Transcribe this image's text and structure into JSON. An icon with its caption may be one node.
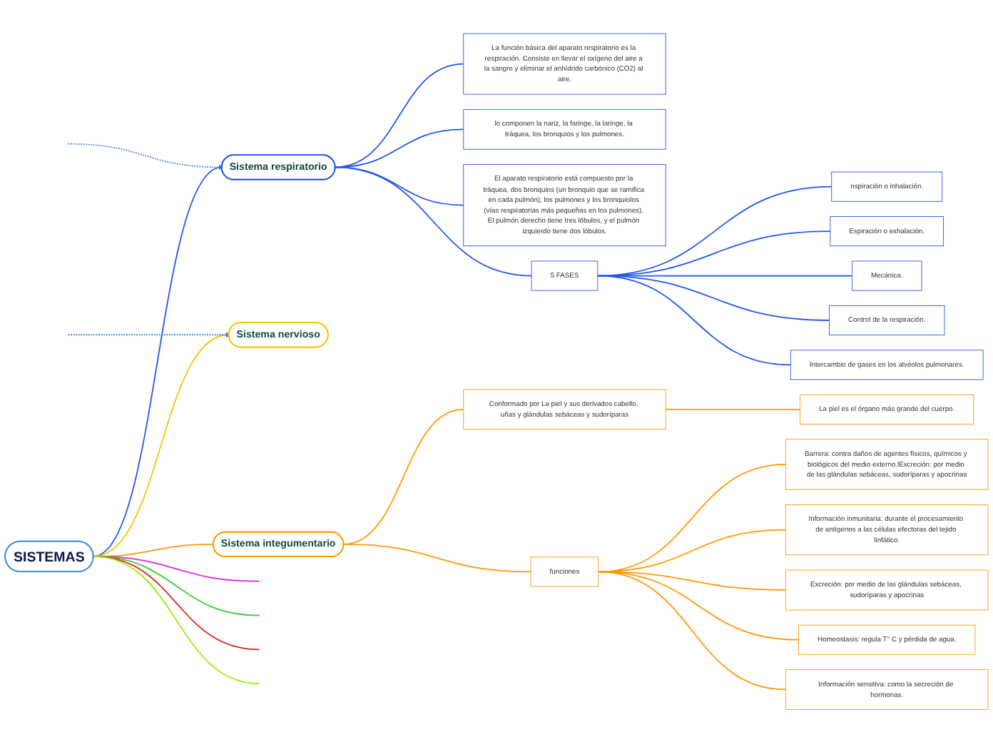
{
  "diagram": {
    "nodes": [
      {
        "text": [
          "SISTEMAS"
        ]
      },
      {
        "text": [
          "Sistema respiratorio"
        ]
      },
      {
        "text": [
          "La función básica del aparato respiratorio es la respiración. Consiste en llevar el oxígeno del aire a la sangre y eliminar el anhídrido carbónico (CO2) al aire."
        ]
      },
      {
        "text": [
          "lo componen la nariz, la faringe, la laringe, la tráquea, los bronquios y los pulmones."
        ]
      },
      {
        "text": [
          "El aparato respiratorio está compuesto por la tráquea, dos bronquios (un bronquio que se ramifica en cada pulmón), los pulmones y los bronquiolos (vías respiratorias más pequeñas en los pulmones). El pulmón derecho tiene tres lóbulos, y el pulmón izquierdo tiene dos lóbulos."
        ]
      },
      {
        "text": [
          "5 FASES"
        ]
      },
      {
        "text": [
          "nspiración o inhalación."
        ]
      },
      {
        "text": [
          "Espiración o exhalación."
        ]
      },
      {
        "text": [
          "Mecánica."
        ]
      },
      {
        "text": [
          "Control de la respiración."
        ]
      },
      {
        "text": [
          "Intercambio de gases en los alvéolos pulmonares."
        ]
      },
      {
        "text": [
          "Sistema integumentario"
        ]
      },
      {
        "text": [
          "Conformado por La piel y sus derivados cabello, uñas y glándulas sebáceas y sudoríparas"
        ]
      },
      {
        "text": [
          "La piel es el órgano más grande del cuerpo."
        ]
      },
      {
        "text": [
          "funciones"
        ]
      },
      {
        "text": [
          "Barrera: contra daños de agentes físicos, químicos y biológicos del medio externo.lExcreción: por medio de las glándulas sebáceas, sudoríparas y apocrinas"
        ]
      },
      {
        "text": [
          "Información inmunitaria: durante el procesamiento de antígenos a las células efectoras del tejido linfático."
        ]
      },
      {
        "text": [
          "Excreción: por medio de las glándulas sebáceas, sudoríparas y apocrinas"
        ]
      },
      {
        "text": [
          "Homeostasis: regula T° C y pérdida de agua."
        ]
      },
      {
        "text": [
          "Información sensitiva: como la secreción de hormonas."
        ]
      },
      {
        "text": [
          "Sistema nervioso"
        ]
      }
    ],
    "edges": [
      {
        "from": 0,
        "to": 1,
        "arrow": "none",
        "color": "#2255ee"
      },
      {
        "from": 1,
        "to": 2,
        "arrow": "none",
        "color": "#2255ee"
      },
      {
        "from": 1,
        "to": 3,
        "arrow": "none",
        "color": "#2255ee"
      },
      {
        "from": 1,
        "to": 4,
        "arrow": "none",
        "color": "#2255ee"
      },
      {
        "from": 1,
        "to": 5,
        "arrow": "none",
        "color": "#2255ee"
      },
      {
        "from": 5,
        "to": 6,
        "arrow": "none",
        "color": "#2255ee"
      },
      {
        "from": 5,
        "to": 7,
        "arrow": "none",
        "color": "#2255ee"
      },
      {
        "from": 5,
        "to": 8,
        "arrow": "none",
        "color": "#2255ee"
      },
      {
        "from": 5,
        "to": 9,
        "arrow": "none",
        "color": "#2255ee"
      },
      {
        "from": 5,
        "to": 10,
        "arrow": "none",
        "color": "#2255ee"
      },
      {
        "from": 0,
        "to": 11,
        "arrow": "none",
        "color": "#ff9900"
      },
      {
        "from": 11,
        "to": 12,
        "arrow": "none",
        "color": "#ff9900"
      },
      {
        "from": 12,
        "to": 13,
        "arrow": "none",
        "color": "#ff9900"
      },
      {
        "from": 11,
        "to": 14,
        "arrow": "none",
        "color": "#ff9900"
      },
      {
        "from": 14,
        "to": 15,
        "arrow": "none",
        "color": "#ff9900"
      },
      {
        "from": 14,
        "to": 16,
        "arrow": "none",
        "color": "#ff9900"
      },
      {
        "from": 14,
        "to": 17,
        "arrow": "none",
        "color": "#ff9900"
      },
      {
        "from": 14,
        "to": 18,
        "arrow": "none",
        "color": "#ff9900"
      },
      {
        "from": 14,
        "to": 19,
        "arrow": "none",
        "color": "#ff9900"
      },
      {
        "from": 0,
        "to": 20,
        "arrow": "none",
        "color": "#f5c400"
      },
      {
        "from": 0,
        "to": null,
        "arrow": "none",
        "color": "#e020e0"
      },
      {
        "from": 0,
        "to": null,
        "arrow": "none",
        "color": "#33cc33"
      },
      {
        "from": 0,
        "to": null,
        "arrow": "none",
        "color": "#e02020"
      },
      {
        "from": 0,
        "to": null,
        "arrow": "none",
        "color": "#99ee00"
      },
      {
        "from": null,
        "to": 1,
        "arrow": "to",
        "style": "dashed",
        "color": "#3a7bd5"
      },
      {
        "from": null,
        "to": 20,
        "arrow": "to",
        "style": "dashed",
        "color": "#3a7bd5"
      }
    ]
  }
}
